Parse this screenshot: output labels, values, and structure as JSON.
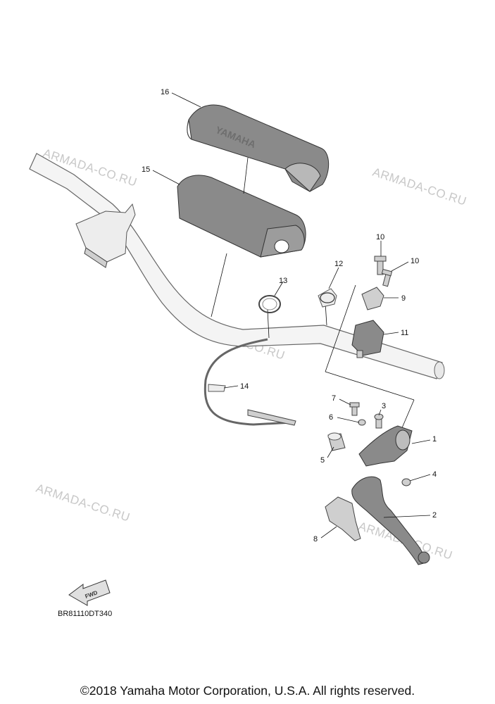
{
  "watermark_text": "ARMADA-CO.RU",
  "reference_code": "BR81110DT340",
  "fwd_label": "FWD",
  "copyright": "©2018 Yamaha Motor Corporation, U.S.A. All rights reserved.",
  "cover_logo_text": "YAMAHA",
  "callouts": {
    "c1": "1",
    "c2": "2",
    "c3": "3",
    "c4": "4",
    "c5": "5",
    "c6": "6",
    "c7": "7",
    "c8": "8",
    "c9": "9",
    "c10a": "10",
    "c10b": "10",
    "c11": "11",
    "c12": "12",
    "c13": "13",
    "c14": "14",
    "c15": "15",
    "c16": "16"
  }
}
